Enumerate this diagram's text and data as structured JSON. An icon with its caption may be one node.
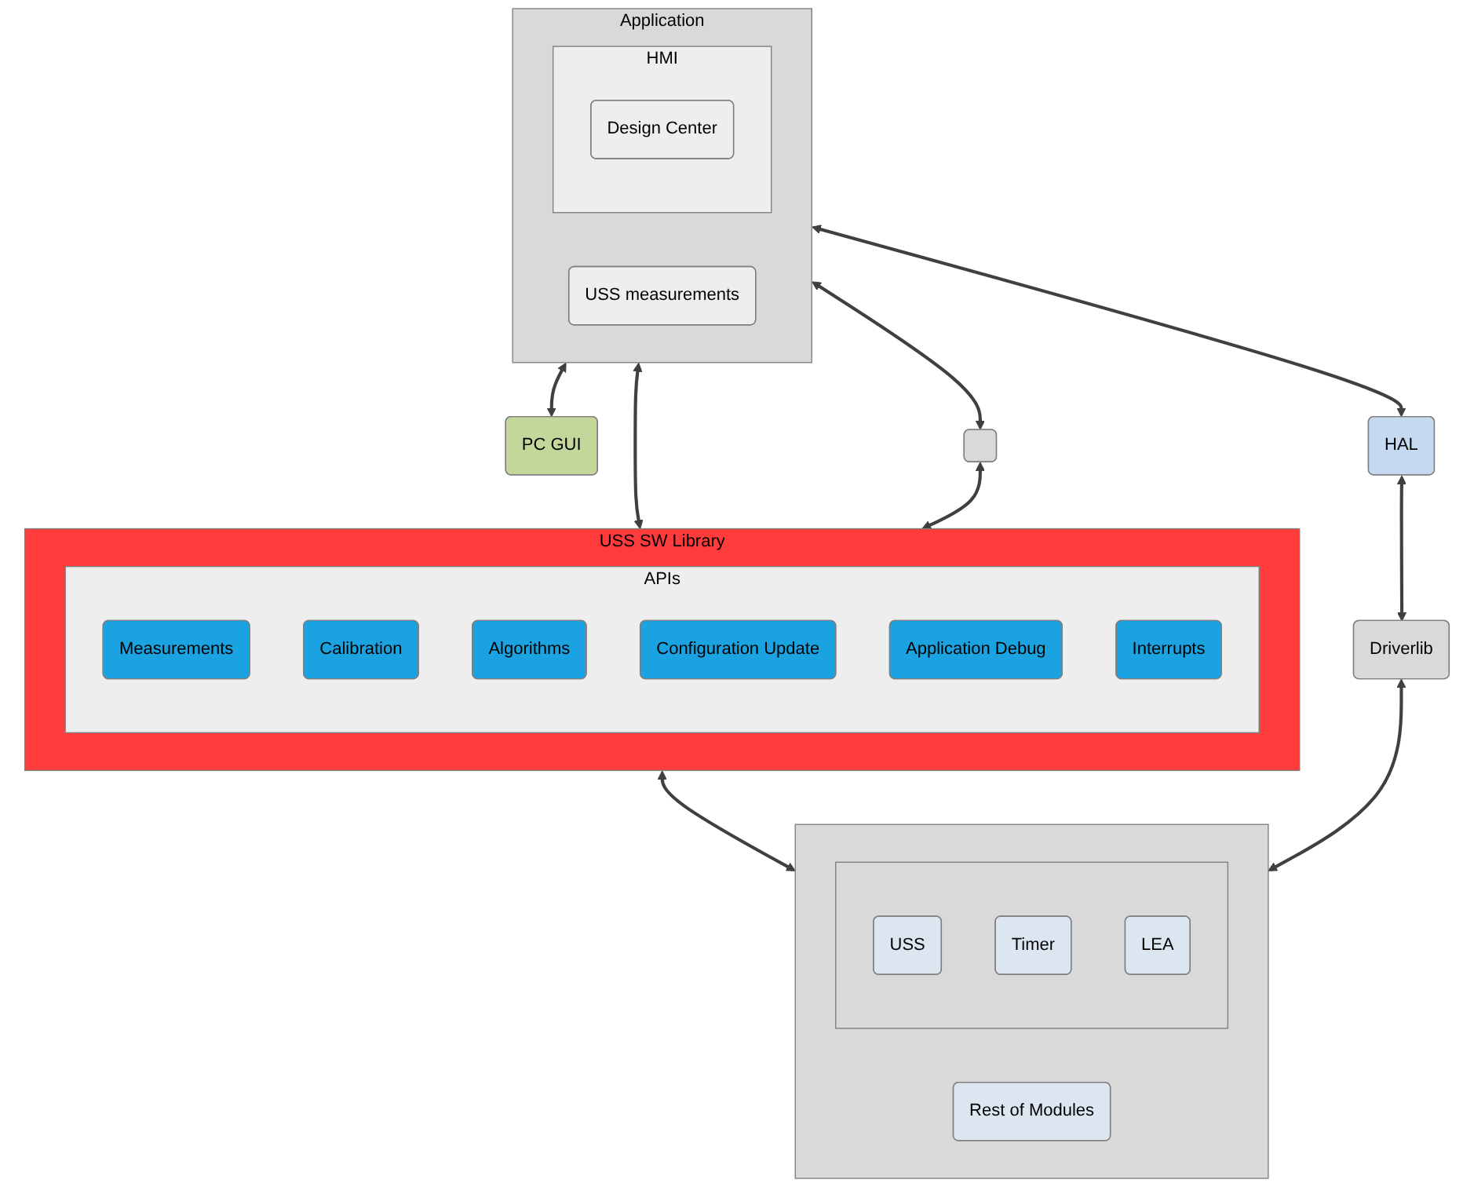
{
  "diagram": {
    "nodes": [
      {
        "text": [
          "Application"
        ]
      },
      {
        "text": [
          "USS measurements"
        ],
        "in": 0
      },
      {
        "text": [
          "HMI"
        ],
        "in": 0
      },
      {
        "text": [
          "Design Center"
        ],
        "in": 2
      },
      {
        "text": [
          "PC GUI"
        ]
      },
      {
        "text": [],
        "shape": "box"
      },
      {
        "text": [
          "HAL"
        ]
      },
      {
        "text": [
          "USS SW Library"
        ]
      },
      {
        "text": [
          "APIs"
        ],
        "in": 7
      },
      {
        "text": [
          "Measurements"
        ],
        "in": 8
      },
      {
        "text": [
          "Calibration"
        ],
        "in": 8
      },
      {
        "text": [
          "Algorithms"
        ],
        "in": 8
      },
      {
        "text": [
          "Configuration Update"
        ],
        "in": 8
      },
      {
        "text": [
          "Application Debug"
        ],
        "in": 8
      },
      {
        "text": [
          "Interrupts"
        ],
        "in": 8
      },
      {
        "text": [
          "Driverlib"
        ]
      },
      {
        "text": [],
        "shape": "box"
      },
      {
        "text": [],
        "shape": "box",
        "in": 16
      },
      {
        "text": [
          "USS"
        ],
        "in": 17
      },
      {
        "text": [
          "Timer"
        ],
        "in": 17
      },
      {
        "text": [
          "LEA"
        ],
        "in": 17
      },
      {
        "text": [
          "Rest of Modules"
        ],
        "in": 16
      }
    ],
    "edges": [
      {
        "from": 0,
        "to": 4,
        "arrow": "both"
      },
      {
        "from": 0,
        "to": 7,
        "arrow": "both"
      },
      {
        "from": 0,
        "to": 5,
        "arrow": "both"
      },
      {
        "from": 5,
        "to": 7,
        "arrow": "both"
      },
      {
        "from": 0,
        "to": 6,
        "arrow": "both"
      },
      {
        "from": 6,
        "to": 15,
        "arrow": "both"
      },
      {
        "from": 7,
        "to": 16,
        "arrow": "both"
      },
      {
        "from": 15,
        "to": 16,
        "arrow": "both"
      }
    ]
  }
}
